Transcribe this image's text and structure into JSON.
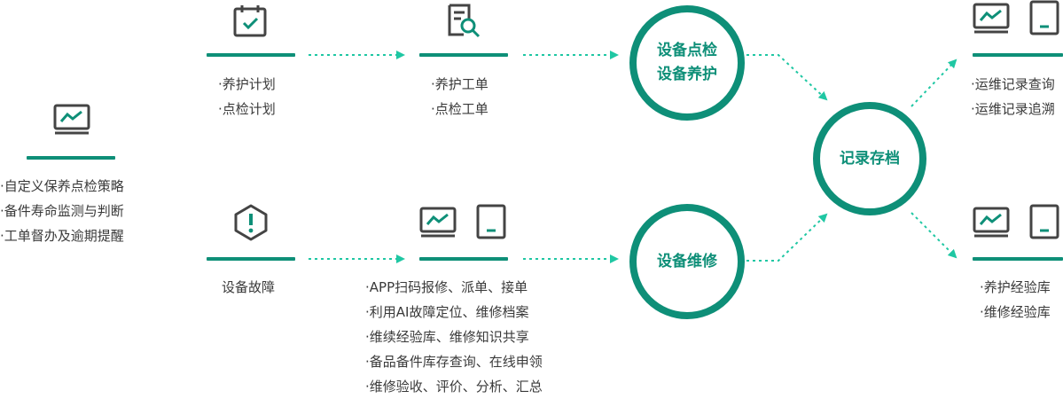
{
  "accent_color": "#0e8f78",
  "arrow_color": "#1fc7a3",
  "left": {
    "icon": "monitor-chart-icon",
    "lines": [
      "·自定义保养点检策略",
      "·备件寿命监测与判断",
      "·工单督办及逾期提醒"
    ]
  },
  "row1": {
    "plan": {
      "icon": "calendar-check-icon",
      "lines": [
        "·养护计划",
        "·点检计划"
      ]
    },
    "order": {
      "icon": "document-search-icon",
      "lines": [
        "·养护工单",
        "·点检工单"
      ]
    },
    "circle": [
      "设备点检",
      "设备养护"
    ]
  },
  "row2": {
    "fault": {
      "icon": "alert-hexagon-icon",
      "label": "设备故障"
    },
    "features": {
      "icons": [
        "monitor-chart-icon",
        "tablet-icon"
      ],
      "lines": [
        "·APP扫码报修、派单、接单",
        "·利用AI故障定位、维修档案",
        "·维续经验库、维修知识共享",
        "·备品备件库存查询、在线申领",
        "·维修验收、评价、分析、汇总"
      ]
    },
    "circle": [
      "设备维修"
    ]
  },
  "center_circle": "记录存档",
  "right_top": {
    "icons": [
      "monitor-chart-icon",
      "tablet-icon"
    ],
    "lines": [
      "·运维记录查询",
      "·运维记录追溯"
    ]
  },
  "right_bottom": {
    "icons": [
      "monitor-chart-icon",
      "tablet-icon"
    ],
    "lines": [
      "·养护经验库",
      "·维修经验库"
    ]
  }
}
